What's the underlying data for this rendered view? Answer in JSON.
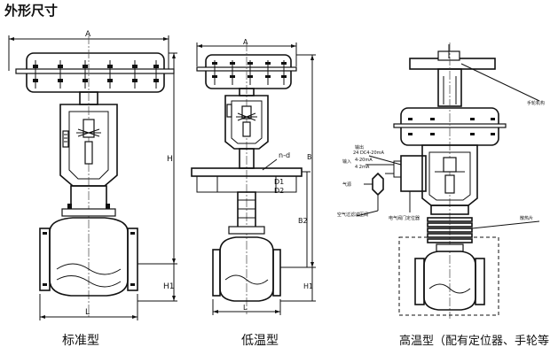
{
  "page": {
    "title": "外形尺寸"
  },
  "views": [
    {
      "caption": "标准型"
    },
    {
      "caption": "低温型"
    },
    {
      "caption": "高温型（配有定位器、手轮等"
    }
  ],
  "dimensions": {
    "standard": {
      "A": "A",
      "H": "H",
      "H1": "H1",
      "L": "L"
    },
    "low_temp": {
      "A": "A",
      "B": "B",
      "B2": "B2",
      "H1": "H1",
      "L": "L",
      "D1": "D1",
      "D2": "D2",
      "nd": "n-d"
    }
  },
  "callouts": {
    "handwheel": "手轮机构",
    "positioner_note_1": "24  DC4-20mA",
    "positioner_note_2": "4-20mA",
    "positioner_note_3": "4  2mA",
    "input_label": "输入",
    "gas_label": "气源",
    "top_label": "输出",
    "air_filter": "空气过滤减压阀",
    "positioner": "电气阀门定位器",
    "bellows": "散热片"
  }
}
